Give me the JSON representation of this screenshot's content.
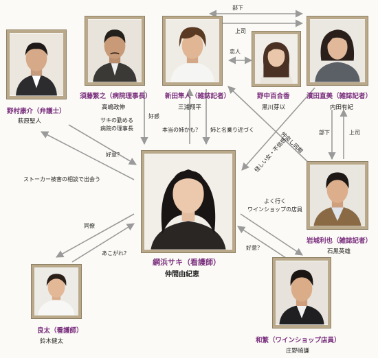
{
  "colors": {
    "frame": "#b9a98a",
    "name": "#7a2f7e",
    "arrow": "#9a9a9a",
    "background": "#fbfaf6"
  },
  "characters": {
    "nomura": {
      "name": "野村康介（弁護士）",
      "actor": "萩原聖人"
    },
    "sudo": {
      "name": "須藤繁之（病院理事長）",
      "actor": "高嶋政伸"
    },
    "nitta": {
      "name": "新田隼人（雑誌記者）",
      "actor": "三浦翔平"
    },
    "nonaka": {
      "name": "野中百合香",
      "actor": "黒川芽以"
    },
    "hamada": {
      "name": "濱田直美（雑誌記者）",
      "actor": "内田有紀"
    },
    "iwaki": {
      "name": "岩城利也（雑誌記者）",
      "actor": "石黒英雄"
    },
    "saki": {
      "name": "網浜サキ（看護師）",
      "actor": "仲間由紀恵"
    },
    "ryota": {
      "name": "良太（看護師）",
      "actor": "鈴木健太"
    },
    "kazushige": {
      "name": "和繁（ワインショップ店員）",
      "actor": "庄野崎謙"
    }
  },
  "relations": {
    "subordinate_top": "部下",
    "boss_top": "上司",
    "lover": "恋人",
    "sudo_note_1": "サキの勤める",
    "sudo_note_2": "病院の理事長",
    "goodwill_sudo": "好感",
    "real_sister": "本当の姉かも？",
    "approach": "姉と名乗り近づく",
    "suspicious": "怪しい女・不信感",
    "close_colleague": "仲良し同期",
    "subordinate_right": "部下",
    "boss_right": "上司",
    "goodwill_nomura": "好意？",
    "stalker": "ストーカー被害の相談で出会う",
    "wine_1": "よく行く",
    "wine_2": "ワインショップの店員",
    "coworker": "同僚",
    "admiration": "あこがれ？",
    "goodwill_kazu": "好意？"
  }
}
